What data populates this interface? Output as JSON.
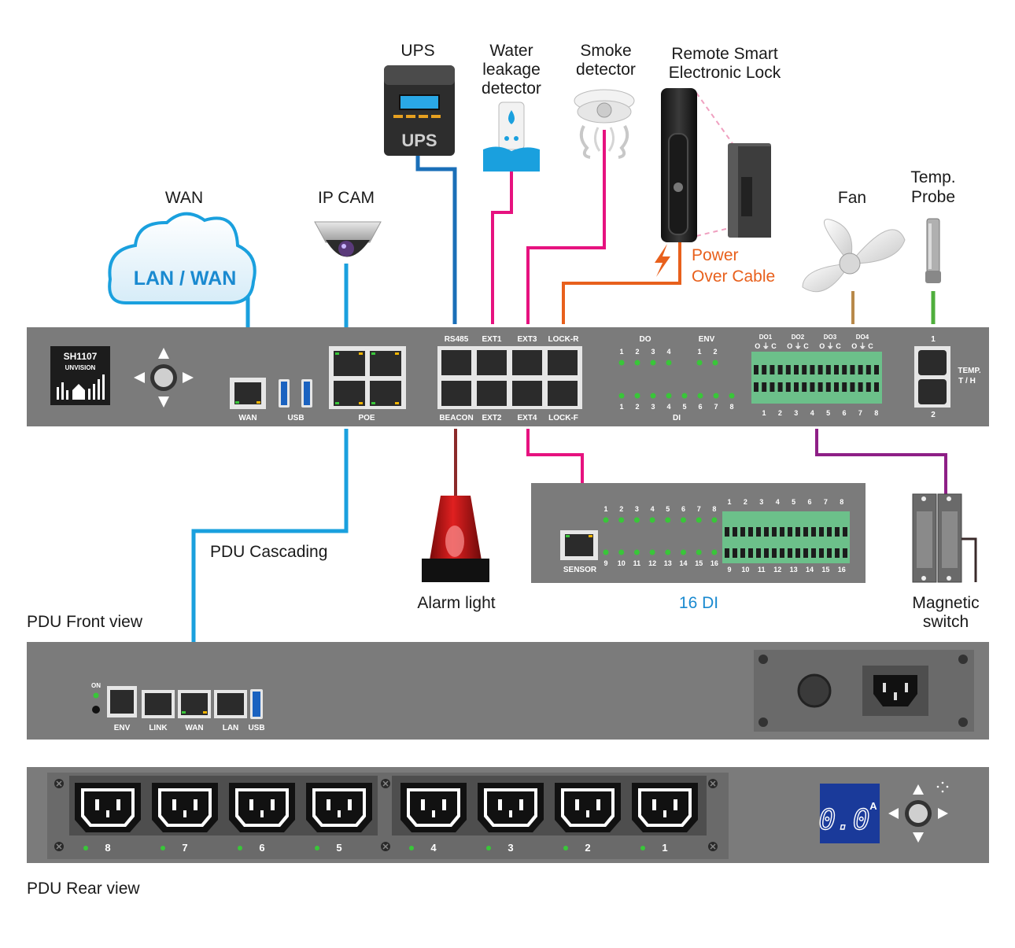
{
  "devices": {
    "ups": {
      "label": "UPS",
      "screen_text": "UPS"
    },
    "water": {
      "label_line1": "Water",
      "label_line2": "leakage",
      "label_line3": "detector"
    },
    "smoke": {
      "label_line1": "Smoke",
      "label_line2": "detector"
    },
    "lock": {
      "label_line1": "Remote Smart",
      "label_line2": "Electronic Lock"
    },
    "power": {
      "label_line1": "Power",
      "label_line2": "Over Cable"
    },
    "wan": {
      "label": "WAN",
      "cloud_text": "LAN / WAN"
    },
    "ipcam": {
      "label": "IP CAM"
    },
    "fan": {
      "label": "Fan"
    },
    "temp": {
      "label_line1": "Temp.",
      "label_line2": "Probe"
    },
    "alarm": {
      "label": "Alarm light"
    },
    "di16": {
      "label": "16 DI",
      "sensor_port": "SENSOR",
      "top_nums": [
        "1",
        "2",
        "3",
        "4",
        "5",
        "6",
        "7",
        "8"
      ],
      "bottom_nums": [
        "9",
        "10",
        "11",
        "12",
        "13",
        "14",
        "15",
        "16"
      ]
    },
    "magnetic": {
      "label_line1": "Magnetic",
      "label_line2": "switch"
    },
    "cascading": {
      "label": "PDU Cascading"
    }
  },
  "controller": {
    "model": "SH1107",
    "brand": "UNVISION",
    "ports": {
      "wan": "WAN",
      "usb": "USB",
      "poe": "POE",
      "rs485": "RS485",
      "ext1": "EXT1",
      "ext3": "EXT3",
      "lock_r": "LOCK-R",
      "beacon": "BEACON",
      "ext2": "EXT2",
      "ext4": "EXT4",
      "lock_f": "LOCK-F",
      "temp": "TEMP.",
      "th": "T / H",
      "temp_top": "1",
      "temp_bottom": "2"
    },
    "do": {
      "title": "DO",
      "nums": [
        "1",
        "2",
        "3",
        "4"
      ]
    },
    "env": {
      "title": "ENV",
      "nums": [
        "1",
        "2"
      ]
    },
    "di": {
      "title": "DI",
      "nums": [
        "1",
        "2",
        "3",
        "4",
        "5",
        "6",
        "7",
        "8"
      ]
    },
    "relays": {
      "titles": [
        "DO1",
        "DO2",
        "DO3",
        "DO4"
      ],
      "sub": "O ⏚ C",
      "nums": [
        "1",
        "2",
        "3",
        "4",
        "5",
        "6",
        "7",
        "8"
      ]
    }
  },
  "front_view": {
    "title": "PDU Front view",
    "on": "ON",
    "ports": [
      "ENV",
      "LINK",
      "WAN",
      "LAN",
      "USB"
    ]
  },
  "rear_view": {
    "title": "PDU Rear view",
    "outlets": [
      "8",
      "7",
      "6",
      "5",
      "4",
      "3",
      "2",
      "1"
    ],
    "display": "0.0",
    "unit": "A"
  },
  "colors": {
    "panel": "#7b7b7b",
    "blue_cable": "#1aa0de",
    "dark_blue_cable": "#1a6fb8",
    "magenta_cable": "#e6127f",
    "orange_cable": "#e8601c",
    "purple_cable": "#8e1f86",
    "darkred_cable": "#8b2a2a",
    "tan_cable": "#b8894a",
    "green_cable": "#4fae3c",
    "led": "#39c639",
    "terminal": "#6cc08a"
  }
}
